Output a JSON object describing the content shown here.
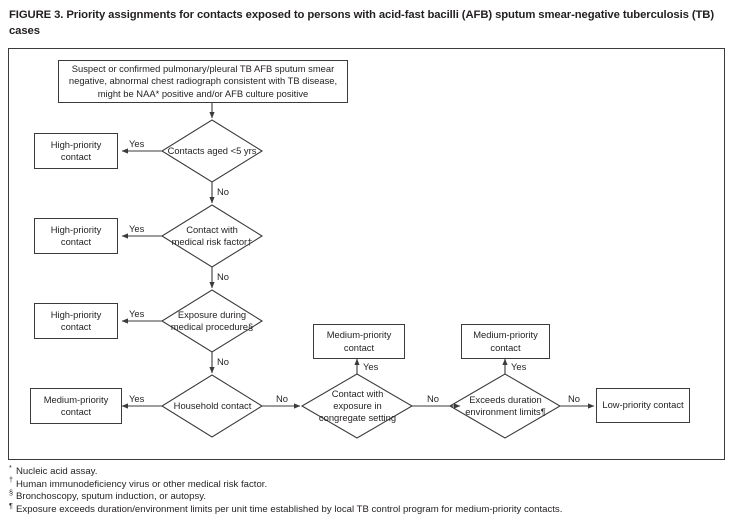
{
  "figure": {
    "title": "FIGURE 3. Priority assignments for contacts exposed to persons with acid-fast bacilli (AFB) sputum smear-negative tuberculosis (TB) cases"
  },
  "flowchart": {
    "type": "flowchart",
    "start_box": {
      "id": "start",
      "text": "Suspect or confirmed pulmonary/pleural TB AFB sputum smear negative, abnormal chest radiograph consistent with TB disease, might be NAA* positive and/or AFB culture positive"
    },
    "decisions": [
      {
        "id": "d1",
        "text": "Contacts aged <5 yrs",
        "yes_label": "Yes",
        "no_label": "No",
        "yes_target": "High-priority contact",
        "no_target": "d2"
      },
      {
        "id": "d2",
        "text": "Contact with medical risk factor†",
        "yes_label": "Yes",
        "no_label": "No",
        "yes_target": "High-priority contact",
        "no_target": "d3"
      },
      {
        "id": "d3",
        "text": "Exposure during medical procedure§",
        "yes_label": "Yes",
        "no_label": "No",
        "yes_target": "High-priority contact",
        "no_target": "d4"
      },
      {
        "id": "d4",
        "text": "Household contact",
        "yes_label": "Yes",
        "no_label": "No",
        "yes_target": "Medium-priority contact",
        "no_target": "d5"
      },
      {
        "id": "d5",
        "text": "Contact with exposure in congregate setting",
        "yes_label": "Yes",
        "no_label": "No",
        "yes_target": "Medium-priority contact",
        "no_target": "d6"
      },
      {
        "id": "d6",
        "text": "Exceeds duration environment limits¶",
        "yes_label": "Yes",
        "no_label": "No",
        "yes_target": "Medium-priority contact",
        "no_target": "Low-priority contact"
      }
    ],
    "outcomes": [
      {
        "id": "o1",
        "text": "High-priority contact"
      },
      {
        "id": "o2",
        "text": "High-priority contact"
      },
      {
        "id": "o3",
        "text": "High-priority contact"
      },
      {
        "id": "o4",
        "text": "Medium-priority contact"
      },
      {
        "id": "o5",
        "text": "Medium-priority contact"
      },
      {
        "id": "o6",
        "text": "Medium-priority contact"
      },
      {
        "id": "o7",
        "text": "Low-priority contact"
      }
    ],
    "edge_labels": {
      "yes1": "Yes",
      "no1": "No",
      "yes2": "Yes",
      "no2": "No",
      "yes3": "Yes",
      "no3": "No",
      "yes4": "Yes",
      "no4": "No",
      "yes5": "Yes",
      "no5": "No",
      "yes6": "Yes",
      "no6": "No"
    },
    "colors": {
      "stroke": "#3b3b3b",
      "text": "#231f20",
      "background": "#ffffff"
    }
  },
  "footnotes": [
    {
      "mark": "*",
      "text": "Nucleic acid assay."
    },
    {
      "mark": "†",
      "text": "Human immunodeficiency virus or other medical risk factor."
    },
    {
      "mark": "§",
      "text": "Bronchoscopy, sputum induction, or autopsy."
    },
    {
      "mark": "¶",
      "text": "Exposure exceeds duration/environment limits per unit time established by local TB control program for medium-priority contacts."
    }
  ]
}
